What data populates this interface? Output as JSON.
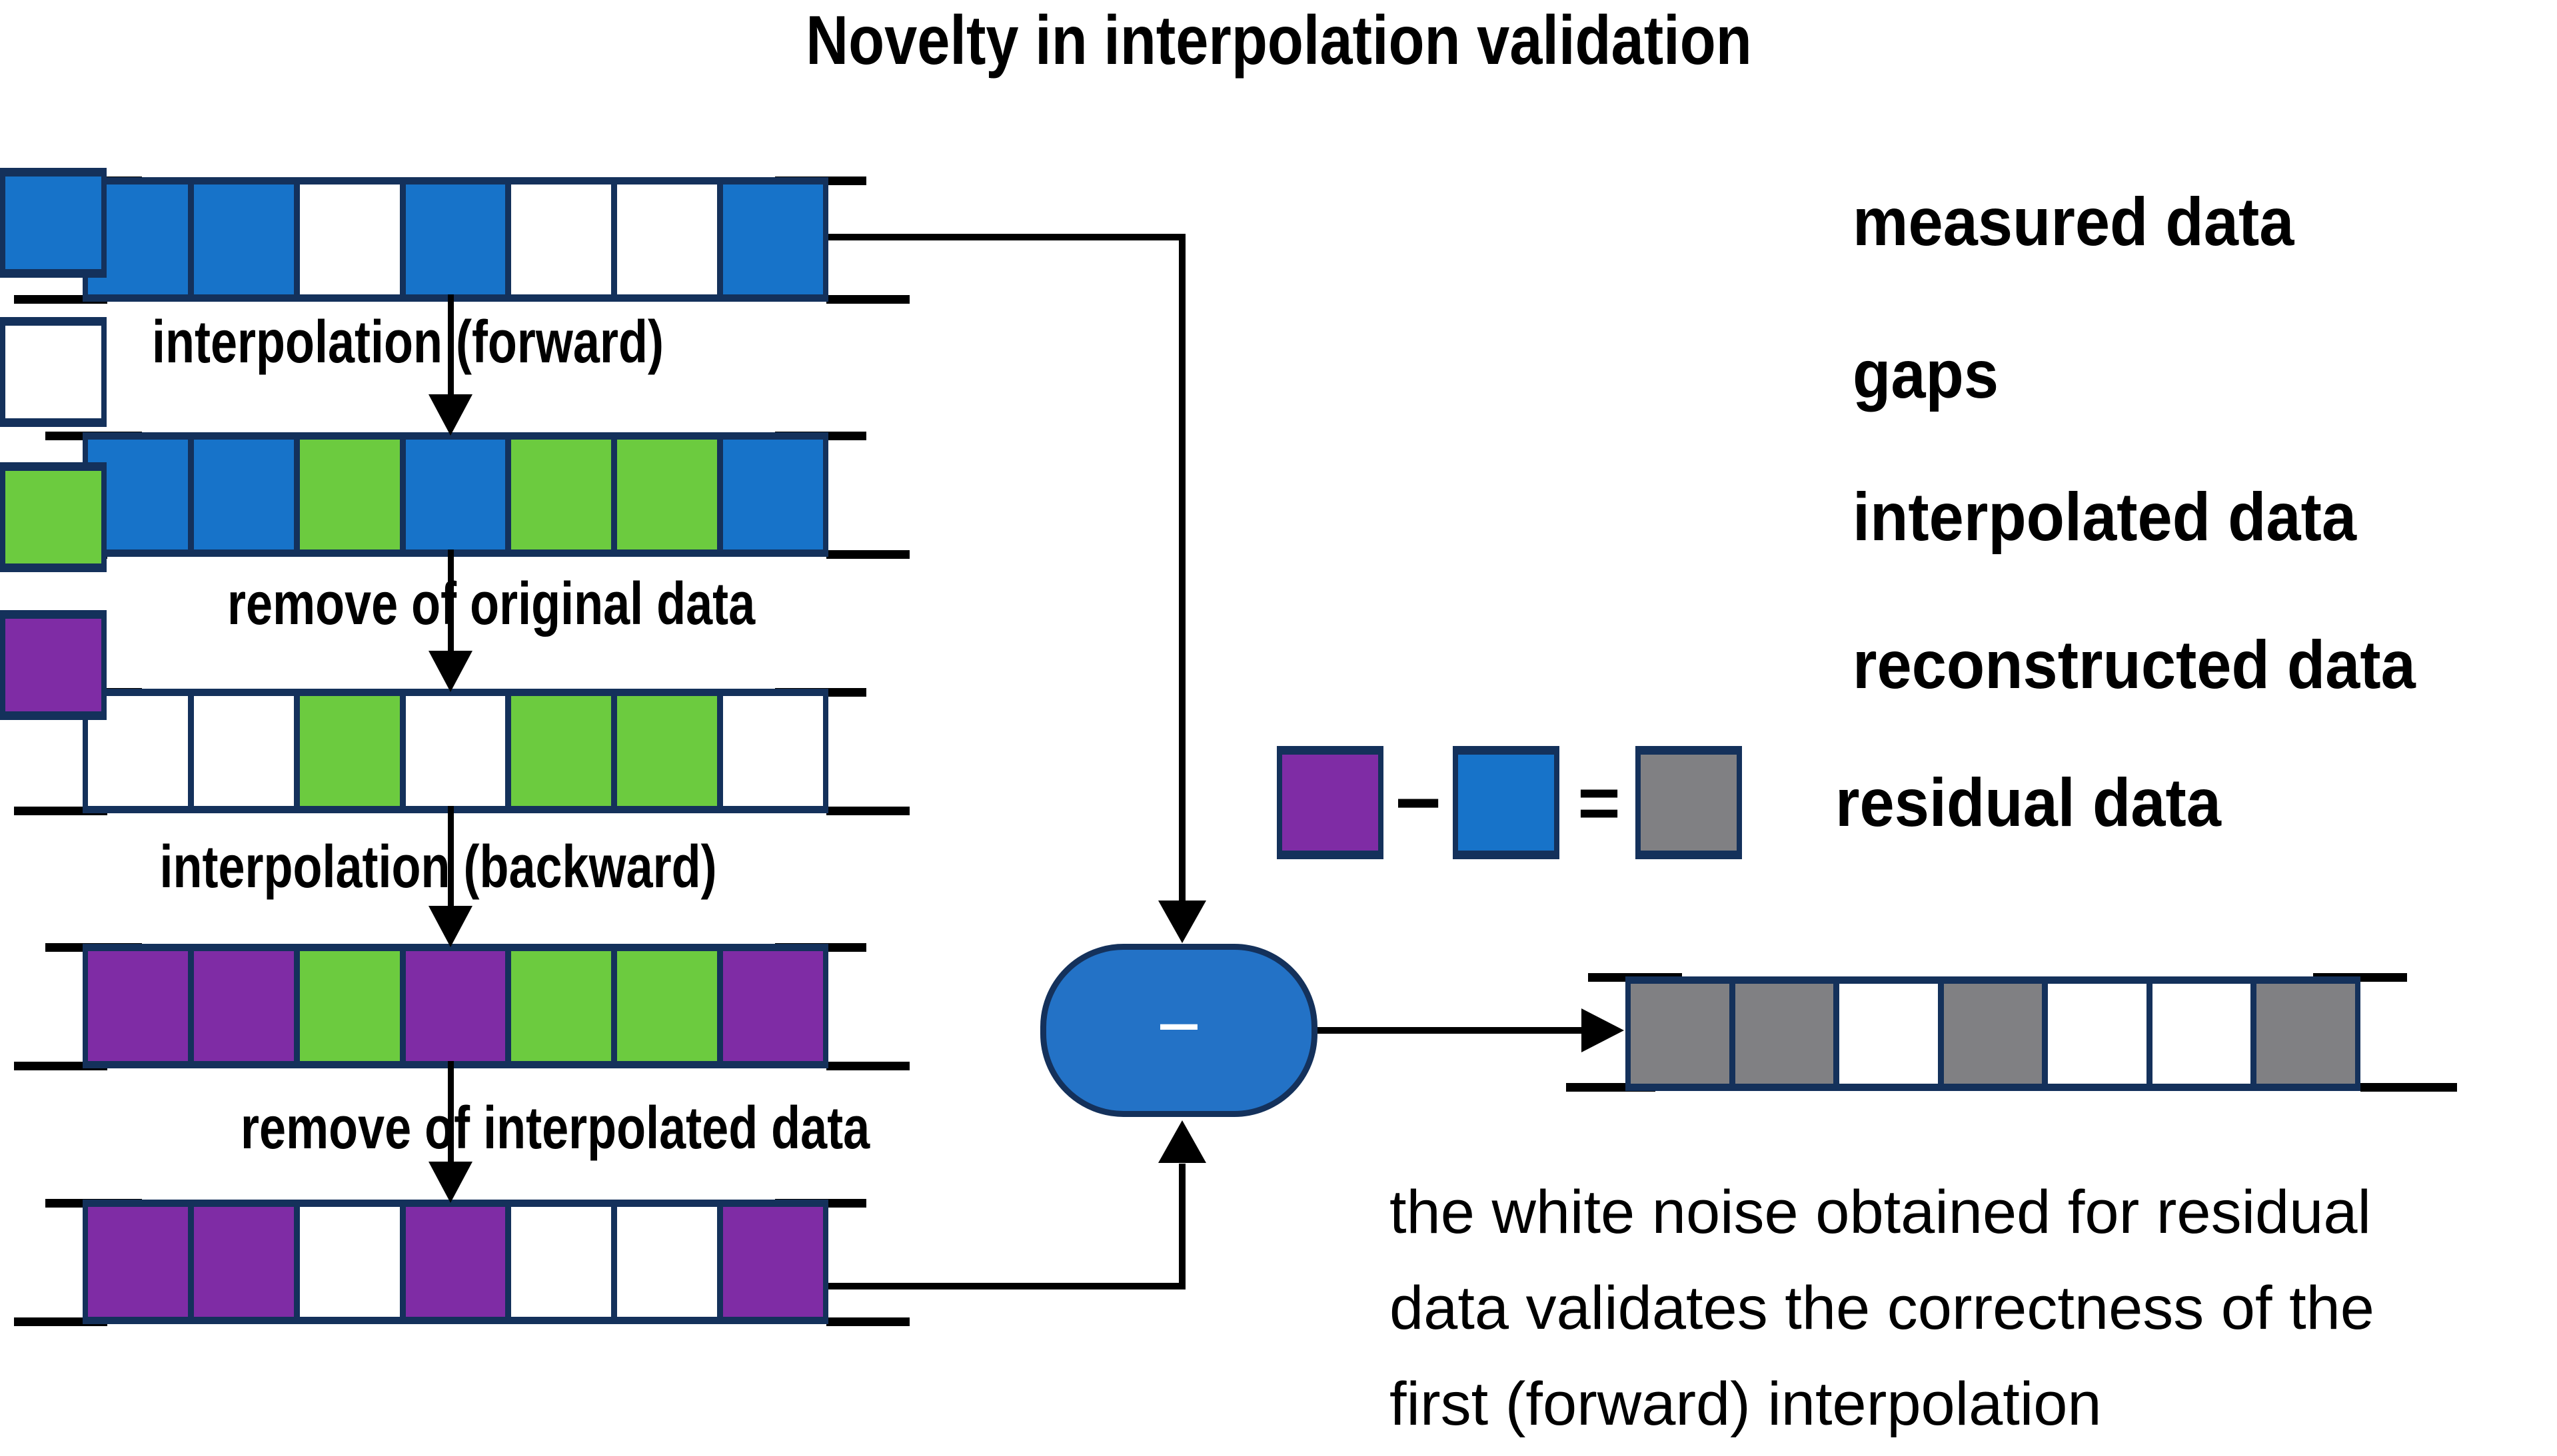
{
  "title": "Novelty in interpolation validation",
  "colors": {
    "measured": "#1773C9",
    "gap": "#FFFFFF",
    "interpolated": "#6CCB3F",
    "reconstructed": "#7F2CA5",
    "residual": "#808083",
    "strip_border": "#14315B",
    "line": "#000000",
    "node_fill": "#2372C6",
    "node_minus": "#FFFFFF"
  },
  "process": {
    "rows": [
      {
        "id": "measured-row",
        "cells": [
          "measured",
          "measured",
          "gap",
          "measured",
          "gap",
          "gap",
          "measured"
        ]
      },
      {
        "id": "forward-interpolated-row",
        "cells": [
          "measured",
          "measured",
          "interpolated",
          "measured",
          "interpolated",
          "interpolated",
          "measured"
        ]
      },
      {
        "id": "original-removed-row",
        "cells": [
          "gap",
          "gap",
          "interpolated",
          "gap",
          "interpolated",
          "interpolated",
          "gap"
        ]
      },
      {
        "id": "backward-interpolated-row",
        "cells": [
          "reconstructed",
          "reconstructed",
          "interpolated",
          "reconstructed",
          "interpolated",
          "interpolated",
          "reconstructed"
        ]
      },
      {
        "id": "interpolated-removed-row",
        "cells": [
          "reconstructed",
          "reconstructed",
          "gap",
          "reconstructed",
          "gap",
          "gap",
          "reconstructed"
        ]
      }
    ],
    "step_labels": [
      "interpolation (forward)",
      "remove of original data",
      "interpolation (backward)",
      "remove of interpolated data"
    ]
  },
  "operator": {
    "symbol": "−"
  },
  "result_row": {
    "cells": [
      "residual",
      "residual",
      "gap",
      "residual",
      "gap",
      "gap",
      "residual"
    ]
  },
  "legend": {
    "items": [
      {
        "swatch": "measured",
        "label": "measured data"
      },
      {
        "swatch": "gap",
        "label": "gaps"
      },
      {
        "swatch": "interpolated",
        "label": "interpolated data"
      },
      {
        "swatch": "reconstructed",
        "label": "reconstructed data"
      }
    ],
    "equation": {
      "left_swatch": "reconstructed",
      "minus": "−",
      "right_swatch": "measured",
      "equals": "=",
      "result_swatch": "residual",
      "label": "residual data"
    }
  },
  "caption_lines": [
    "the white noise obtained for residual",
    "data validates the correctness of the",
    "first (forward) interpolation"
  ]
}
